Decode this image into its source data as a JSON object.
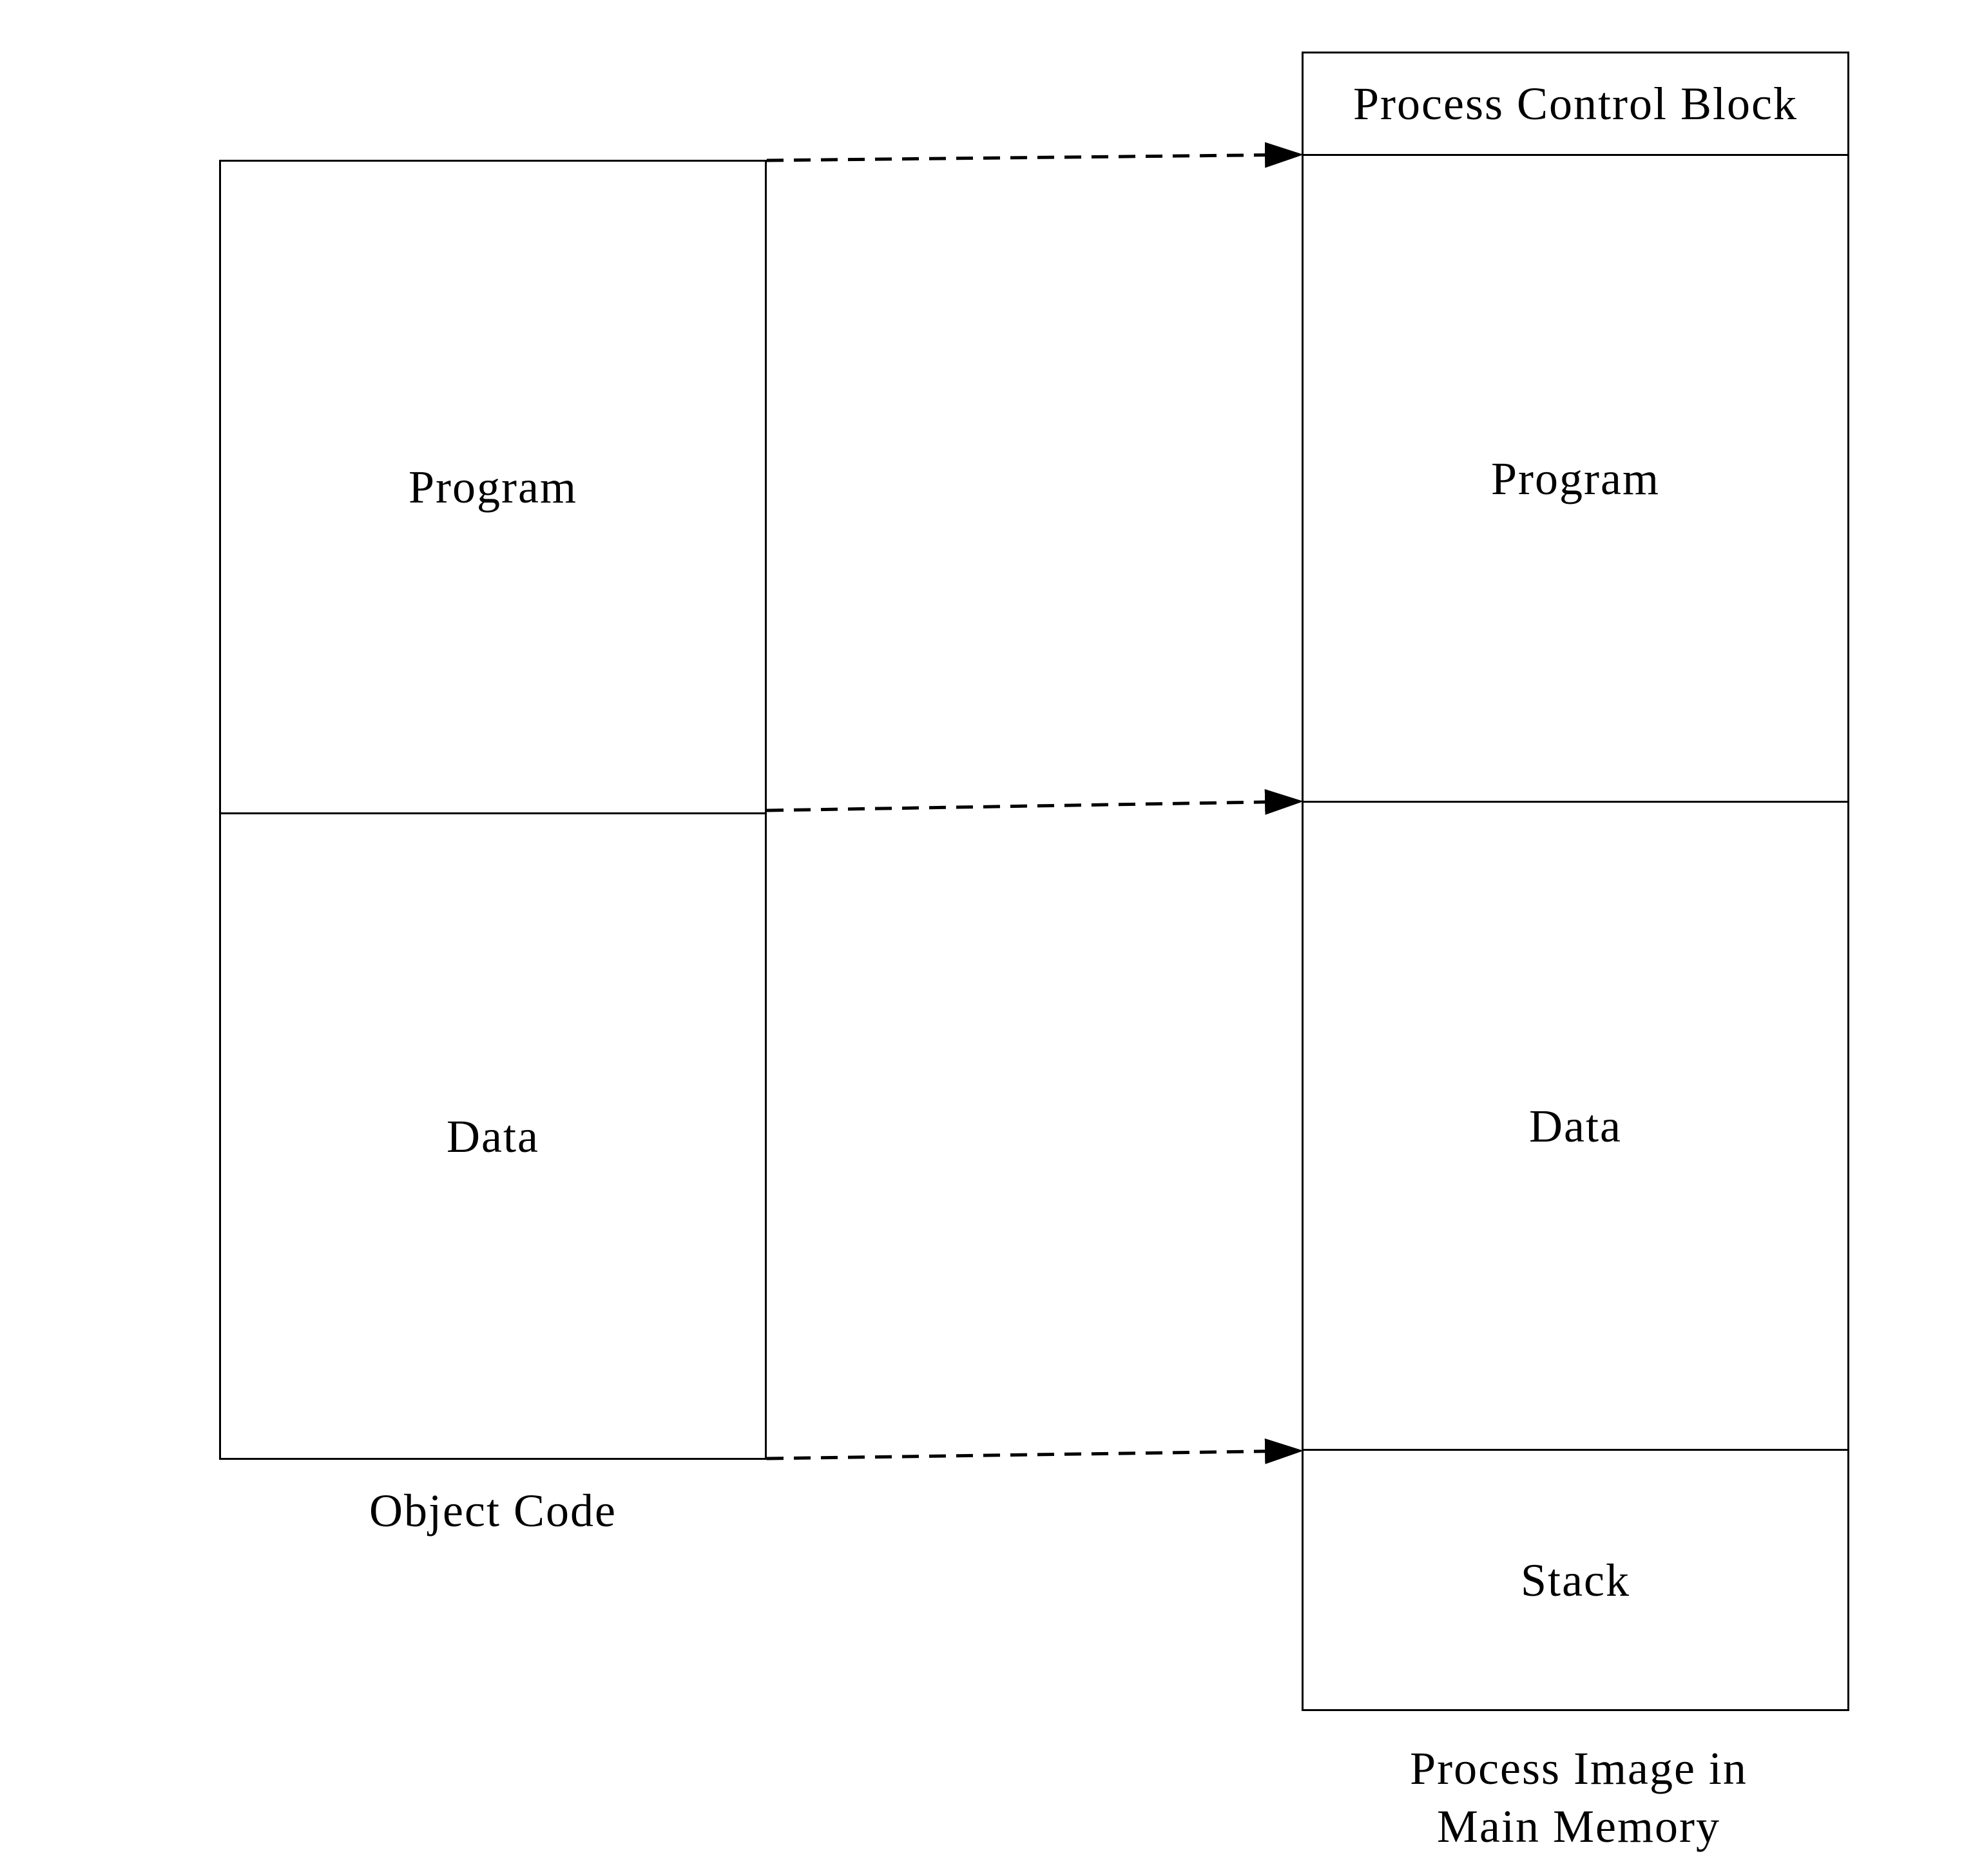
{
  "object_code": {
    "segments": [
      {
        "label": "Program"
      },
      {
        "label": "Data"
      }
    ],
    "caption": "Object Code"
  },
  "process_image": {
    "segments": [
      {
        "label": "Process Control Block"
      },
      {
        "label": "Program"
      },
      {
        "label": "Data"
      },
      {
        "label": "Stack"
      }
    ],
    "caption_line1": "Process Image in",
    "caption_line2": "Main Memory"
  },
  "colors": {
    "stroke": "#000000",
    "background": "#ffffff"
  }
}
